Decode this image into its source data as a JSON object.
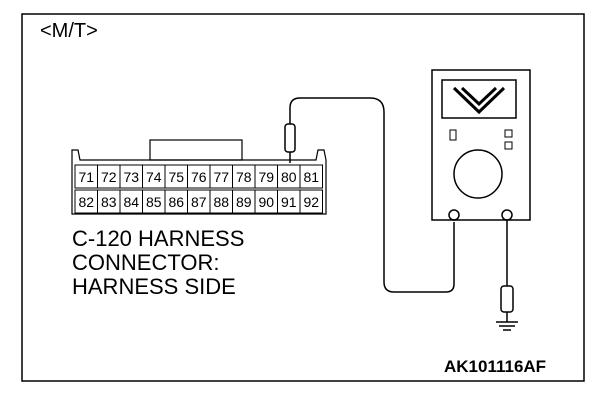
{
  "mode_label": "<M/T>",
  "connector": {
    "pins_top": [
      "71",
      "72",
      "73",
      "74",
      "75",
      "76",
      "77",
      "78",
      "79",
      "80",
      "81"
    ],
    "pins_bottom": [
      "82",
      "83",
      "84",
      "85",
      "86",
      "87",
      "88",
      "89",
      "90",
      "91",
      "92"
    ],
    "label_line1": "C-120 HARNESS",
    "label_line2": "CONNECTOR:",
    "label_line3": "HARNESS SIDE"
  },
  "meter": {
    "dial_icon": "voltage-v-symbol"
  },
  "figure_code": "AK101116AF"
}
